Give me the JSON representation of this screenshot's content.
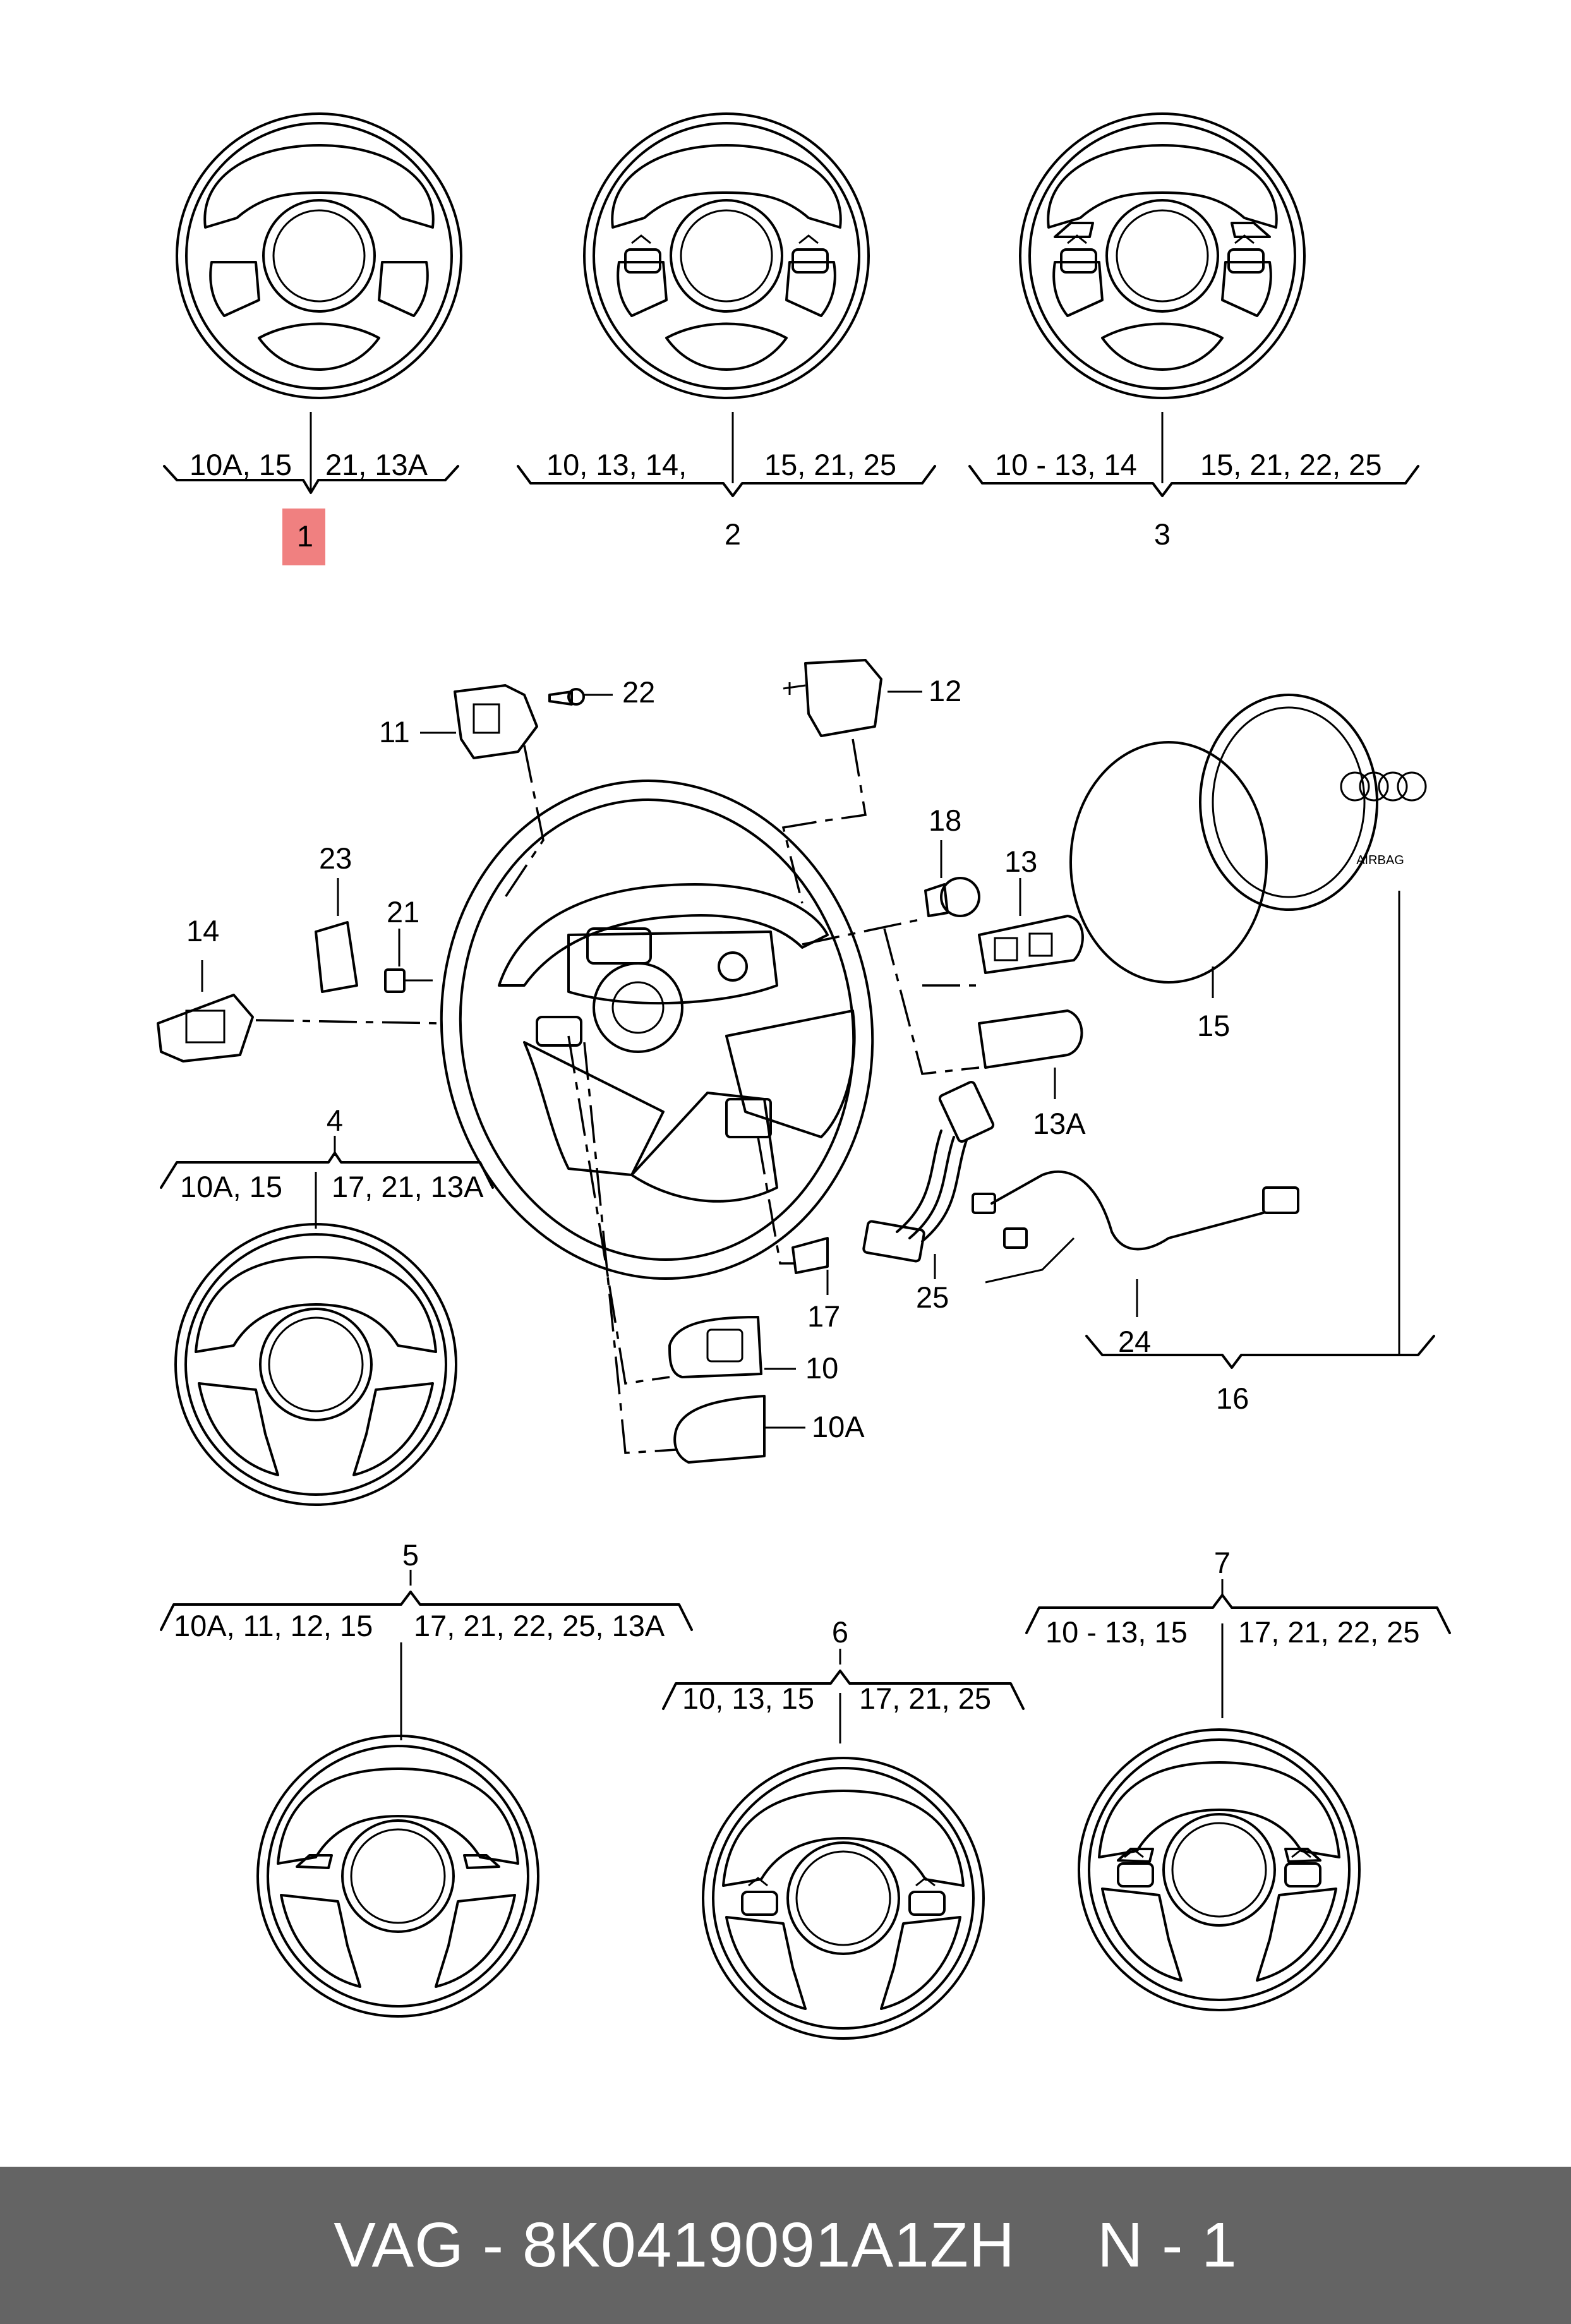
{
  "variants": [
    {
      "number": "1",
      "left": "10A, 15",
      "right": "21, 13A",
      "highlight": true
    },
    {
      "number": "2",
      "left": "10, 13, 14,",
      "right": "15, 21, 25"
    },
    {
      "number": "3",
      "left": "10 - 13, 14",
      "right": "15, 21, 22, 25"
    },
    {
      "number": "4",
      "left": "10A, 15",
      "right": "17, 21, 13A"
    },
    {
      "number": "5",
      "left": "10A, 11, 12, 15",
      "right": "17, 21, 22, 25, 13A"
    },
    {
      "number": "6",
      "left": "10, 13, 15",
      "right": "17, 21, 25"
    },
    {
      "number": "7",
      "left": "10 - 13, 15",
      "right": "17, 21, 22, 25"
    }
  ],
  "parts": {
    "p10": "10",
    "p10A": "10A",
    "p11": "11",
    "p12": "12",
    "p13": "13",
    "p13A": "13A",
    "p14": "14",
    "p15": "15",
    "p16": "16",
    "p17": "17",
    "p18": "18",
    "p21": "21",
    "p22": "22",
    "p23": "23",
    "p24": "24",
    "p25": "25"
  },
  "airbag_text": "AIRBAG",
  "highlight_color": "#f08080",
  "footer": {
    "brand_part": "VAG - 8K0419091A1ZH",
    "page": "N - 1",
    "background": "#646464"
  }
}
